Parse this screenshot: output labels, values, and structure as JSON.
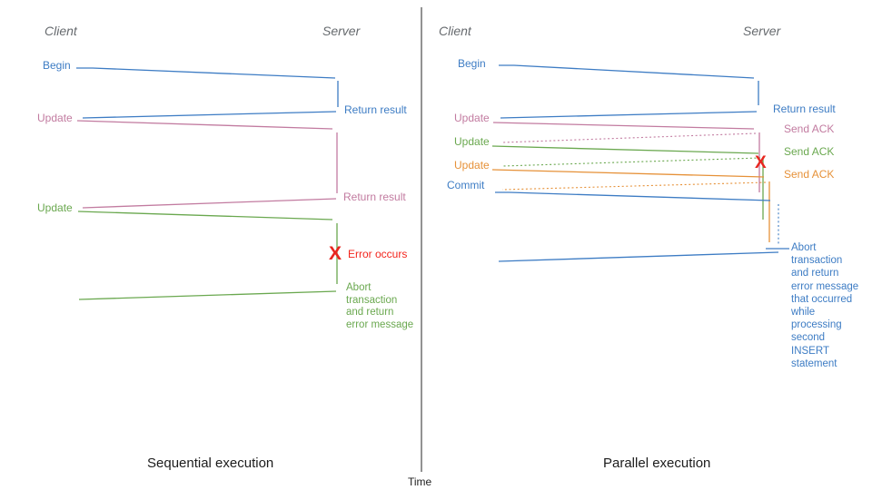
{
  "colors": {
    "blue": "#3d7cc4",
    "pink": "#c27ba0",
    "green": "#6aa84f",
    "orange": "#e69138",
    "red": "#f3241c",
    "actor_gray": "#666a6e"
  },
  "time_axis": {
    "label": "Time"
  },
  "left_panel": {
    "caption": "Sequential execution",
    "client_label": "Client",
    "server_label": "Server",
    "begin": "Begin",
    "return_result_1": "Return result",
    "update_1": "Update",
    "return_result_2": "Return result",
    "update_2": "Update",
    "error_x": "X",
    "error_label": "Error occurs",
    "abort_note": "Abort\ntransaction\nand return\nerror message"
  },
  "right_panel": {
    "caption": "Parallel execution",
    "client_label": "Client",
    "server_label": "Server",
    "begin": "Begin",
    "return_result": "Return result",
    "update_1": "Update",
    "send_ack_1": "Send ACK",
    "update_2": "Update",
    "send_ack_2": "Send ACK",
    "update_3": "Update",
    "send_ack_3": "Send ACK",
    "commit": "Commit",
    "error_x": "X",
    "abort_note": "Abort\ntransaction\nand return\nerror message\nthat occurred\nwhile\nprocessing\nsecond\nINSERT\nstatement"
  }
}
